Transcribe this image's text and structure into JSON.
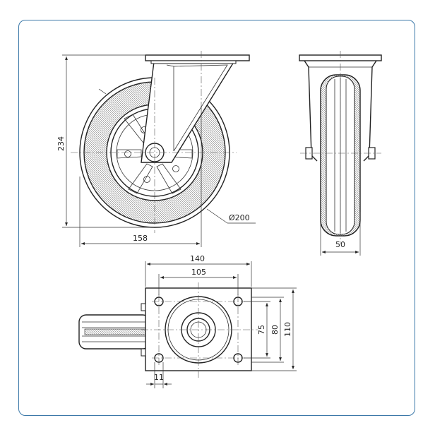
{
  "colors": {
    "frame_border": "#3b78a8",
    "line": "#222222",
    "background": "#ffffff"
  },
  "dimensions": {
    "side_view": {
      "overall_height": "234",
      "overall_offset": "158",
      "wheel_diameter": "Ø200"
    },
    "front_view": {
      "wheel_width": "50"
    },
    "top_view": {
      "plate_length": "140",
      "hole_spacing_long": "105",
      "hole_spacing_short": "75",
      "plate_inner": "80",
      "plate_width": "110",
      "hole_diameter": "11"
    }
  }
}
